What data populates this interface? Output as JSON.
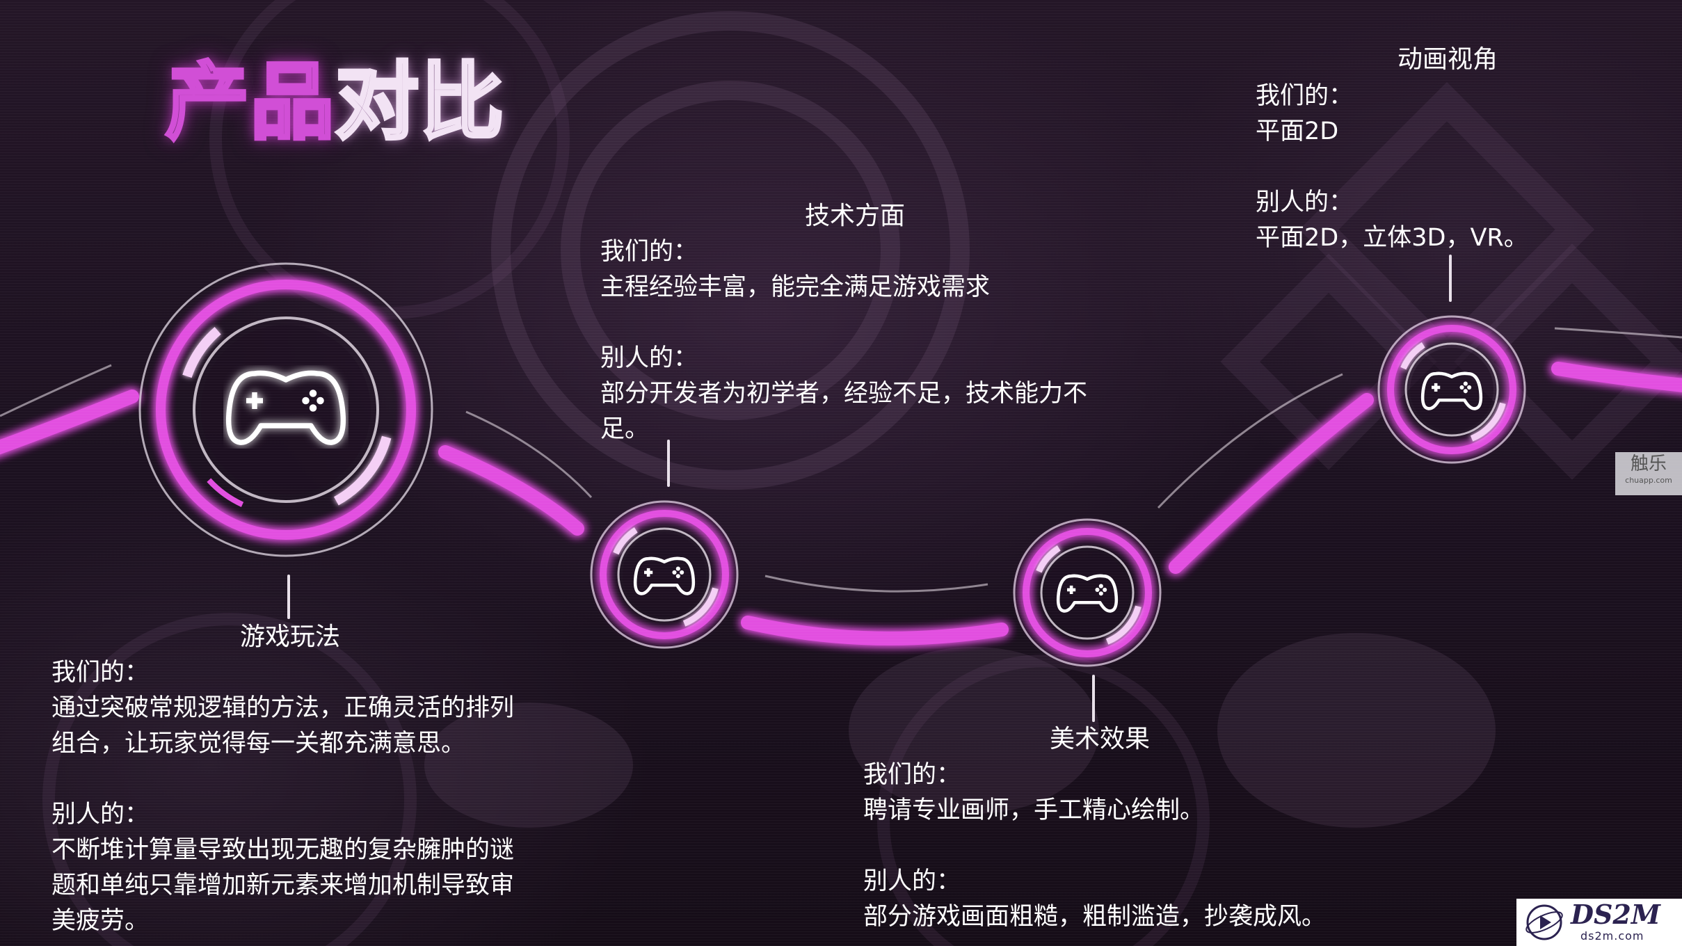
{
  "slide": {
    "title_part1": "产品",
    "title_part2": "对比",
    "accent_color": "#e040e0",
    "glow_color": "#ff5cff",
    "text_color": "#ffffff"
  },
  "sections": [
    {
      "label": "游戏玩法",
      "icon": "gamepad-icon",
      "ours_label": "我们的：",
      "ours_text_lines": [
        "通过突破常规逻辑的方法，正确灵活的排列",
        "组合，让玩家觉得每一关都充满意思。"
      ],
      "others_label": "别人的：",
      "others_text_lines": [
        "不断堆计算量导致出现无趣的复杂臃肿的谜",
        "题和单纯只靠增加新元素来增加机制导致审",
        "美疲劳。"
      ]
    },
    {
      "label": "技术方面",
      "icon": "gamepad-icon",
      "ours_label": "我们的：",
      "ours_text_lines": [
        "主程经验丰富，能完全满足游戏需求"
      ],
      "others_label": "别人的：",
      "others_text_lines": [
        "部分开发者为初学者，经验不足，技术能力不",
        "足。"
      ]
    },
    {
      "label": "美术效果",
      "icon": "gamepad-icon",
      "ours_label": "我们的：",
      "ours_text_lines": [
        "聘请专业画师，手工精心绘制。"
      ],
      "others_label": "别人的：",
      "others_text_lines": [
        "部分游戏画面粗糙，粗制滥造，抄袭成风。"
      ]
    },
    {
      "label": "动画视角",
      "icon": "gamepad-icon",
      "ours_label": "我们的：",
      "ours_text_lines": [
        "平面2D"
      ],
      "others_label": "别人的：",
      "others_text_lines": [
        "平面2D，立体3D，VR。"
      ]
    }
  ],
  "watermarks": {
    "side_main": "触乐",
    "side_sub": "chuapp.com",
    "corner_main": "DS2M",
    "corner_sub": "ds2m.com"
  }
}
